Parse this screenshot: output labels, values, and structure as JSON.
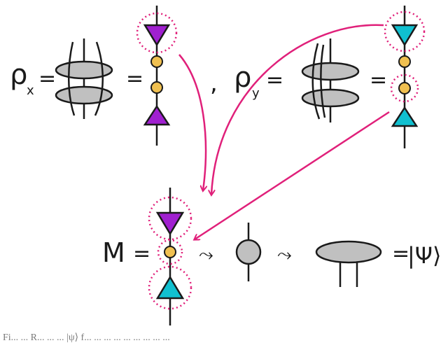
{
  "equation_top_left": {
    "lhs": "ρ",
    "subscript": "x",
    "eq1": "=",
    "eq2": "="
  },
  "separator": ",",
  "equation_top_right": {
    "lhs": "ρ",
    "subscript": "y",
    "eq1": "=",
    "eq2": "="
  },
  "equation_bottom": {
    "lhs": "M",
    "eq1": "=",
    "arrow1": "⤳",
    "arrow2": "⤳",
    "eq2": "=",
    "result": "|Ψ⟩"
  },
  "colors": {
    "purple": "#a020d0",
    "cyan": "#10c0d0",
    "node": "#f0c050",
    "disc": "#c0c0c0",
    "arrow": "#e0207a",
    "halo": "#e0207a"
  },
  "caption": "Fi... ... R... ... ... |ψ⟩ f... ... ... ... ... ... ... ... ..."
}
